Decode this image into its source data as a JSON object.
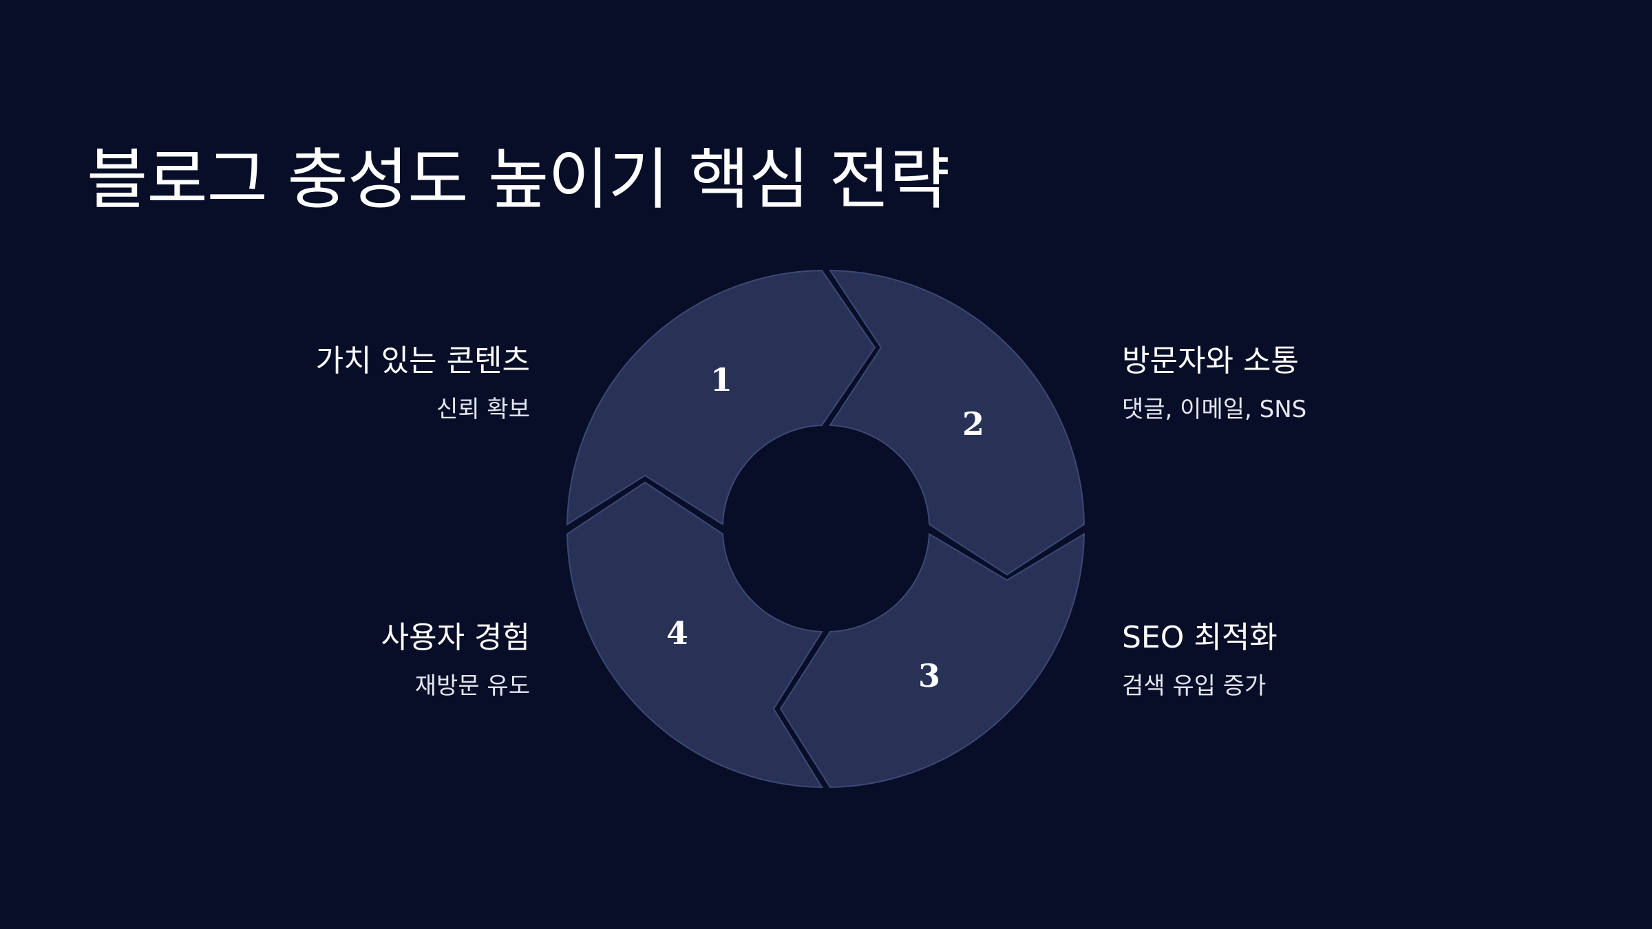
{
  "title": "블로그 충성도 높이기 핵심 전략",
  "colors": {
    "background": "#080e27",
    "segment_fill": "#283257",
    "segment_border": "#3d4876",
    "text": "#ffffff"
  },
  "steps": [
    {
      "number": "1",
      "title": "가치 있는 콘텐츠",
      "subtitle": "신뢰 확보"
    },
    {
      "number": "2",
      "title": "방문자와 소통",
      "subtitle": "댓글, 이메일, SNS"
    },
    {
      "number": "3",
      "title": "SEO 최적화",
      "subtitle": "검색 유입 증가"
    },
    {
      "number": "4",
      "title": "사용자 경험",
      "subtitle": "재방문 유도"
    }
  ]
}
